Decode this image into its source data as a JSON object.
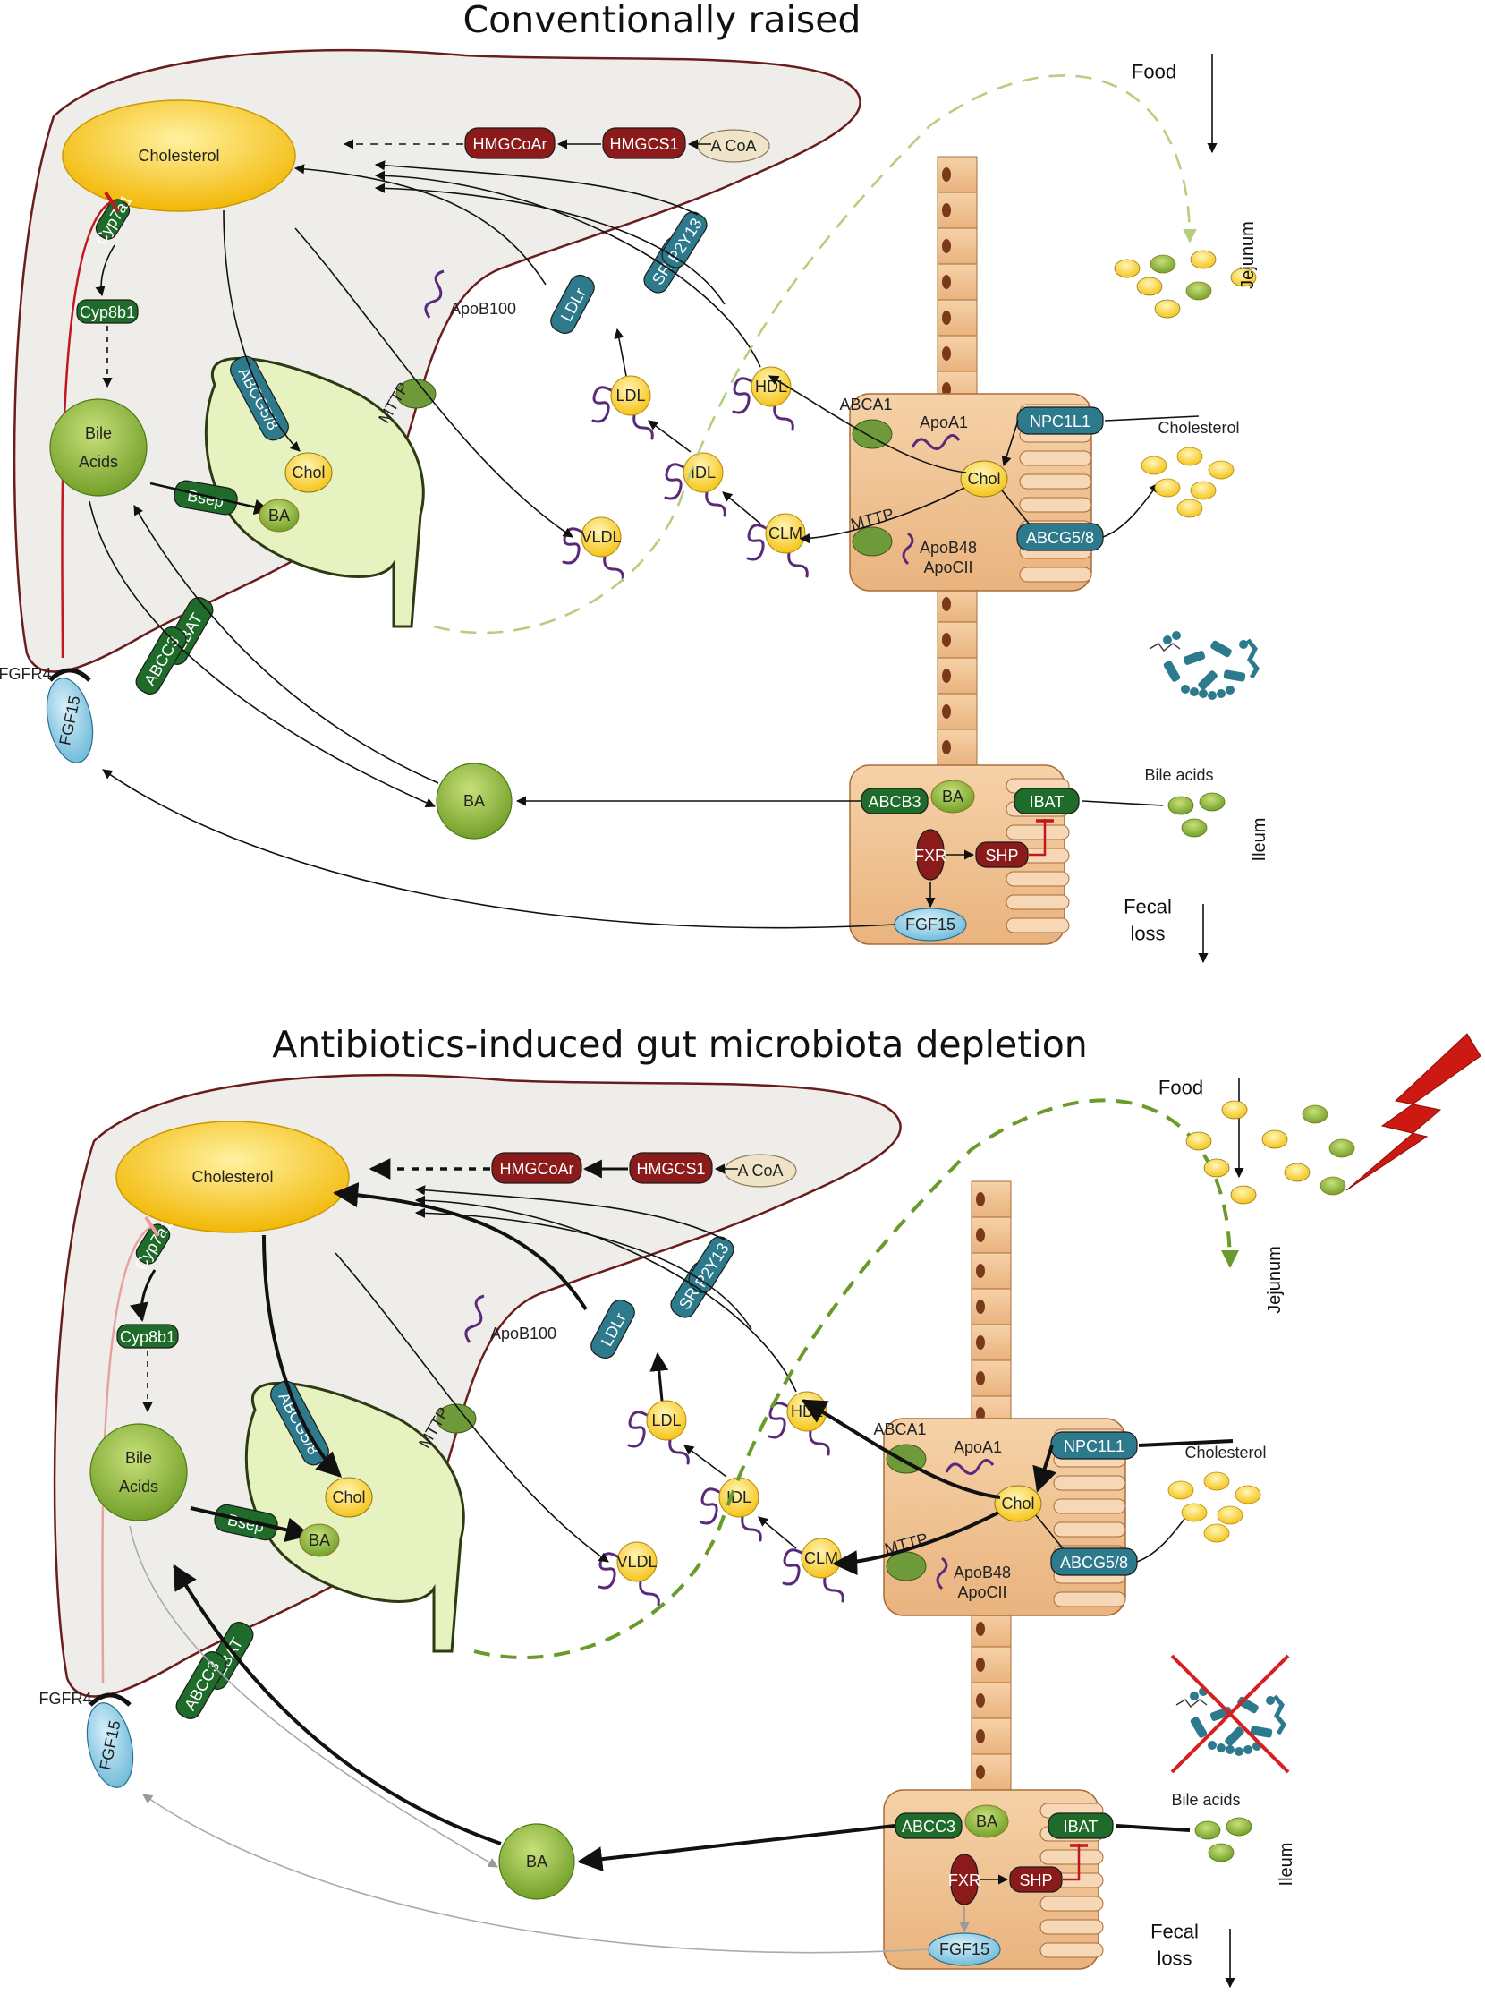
{
  "panels": [
    {
      "key": "conv",
      "title": "Conventionally raised",
      "food": "Food",
      "jejunum": "Jejunum",
      "ileum": "Ileum",
      "fecal": [
        "Fecal",
        "loss"
      ],
      "cholesterol_big": "Cholesterol",
      "cholesterol_gut": "Cholesterol",
      "bile_acids_label": "Bile acids",
      "bile_acids_liver": [
        "Bile",
        "Acids"
      ],
      "ba_big": "BA",
      "ba_bladder": "BA",
      "ba_cell": "BA",
      "chol_bladder": "Chol",
      "chol_cell": "Chol",
      "hmgcoar": "HMGCoAr",
      "hmgcs1": "HMGCS1",
      "acoa": "A CoA",
      "cyp7a1": "Cyp7a1",
      "cyp8b1": "Cyp8b1",
      "abcg58_liver": "ABCG5/8",
      "bsep": "Bsep",
      "lbat": "LBAT",
      "abcc3": "ABCC3",
      "fgf15_liver": "FGF15",
      "fgfr4": "FGFR4",
      "apob100": "ApoB100",
      "mttp_liver": "MTTP",
      "ldlr": "LDLr",
      "srb1": "SRB1",
      "p2y13": "P2Y13",
      "ldl": "LDL",
      "idl": "IDL",
      "vldl": "VLDL",
      "hdl": "HDL",
      "clm": "CLM",
      "abca1": "ABCA1",
      "apoa1": "ApoA1",
      "npc1l1": "NPC1L1",
      "abcg58_gut": "ABCG5/8",
      "mttp_gut": "MTTP",
      "apob48": "ApoB48",
      "apocii": "ApoCII",
      "abc_ileum": "ABCB3",
      "ibat": "IBAT",
      "fxr": "FXR",
      "shp": "SHP",
      "fgf15_gut": "FGF15"
    },
    {
      "key": "abx",
      "title": "Antibiotics-induced gut microbiota depletion",
      "food": "Food",
      "jejunum": "Jejunum",
      "ileum": "Ileum",
      "fecal": [
        "Fecal",
        "loss"
      ],
      "cholesterol_big": "Cholesterol",
      "cholesterol_gut": "Cholesterol",
      "bile_acids_label": "Bile acids",
      "bile_acids_liver": [
        "Bile",
        "Acids"
      ],
      "ba_big": "BA",
      "ba_bladder": "BA",
      "ba_cell": "BA",
      "chol_bladder": "Chol",
      "chol_cell": "Chol",
      "hmgcoar": "HMGCoAr",
      "hmgcs1": "HMGCS1",
      "acoa": "A CoA",
      "cyp7a1": "Cyp7a1",
      "cyp8b1": "Cyp8b1",
      "abcg58_liver": "ABCG5/8",
      "bsep": "Bsep",
      "lbat": "LBAT",
      "abcc3": "ABCC3",
      "fgf15_liver": "FGF15",
      "fgfr4": "FGFR4",
      "apob100": "ApoB100",
      "mttp_liver": "MTTP",
      "ldlr": "LDLr",
      "srb1": "SRB1",
      "p2y13": "P2Y13",
      "ldl": "LDL",
      "idl": "IDL",
      "vldl": "VLDL",
      "hdl": "HDL",
      "clm": "CLM",
      "abca1": "ABCA1",
      "apoa1": "ApoA1",
      "npc1l1": "NPC1L1",
      "abcg58_gut": "ABCG5/8",
      "mttp_gut": "MTTP",
      "apob48": "ApoB48",
      "apocii": "ApoCII",
      "abc_ileum": "ABCC3",
      "ibat": "IBAT",
      "fxr": "FXR",
      "shp": "SHP",
      "fgf15_gut": "FGF15"
    }
  ],
  "colors": {
    "liver_fill": "#efedea",
    "liver_stroke": "#6b1d1d",
    "cholesterol": "#f5c40f",
    "lipoprotein": "#ffd84a",
    "bile_green": "#8dbb3a",
    "enzyme_green": "#1e6b2a",
    "enzyme_red": "#8b1a1a",
    "transporter_teal": "#2d7a8c",
    "fgf15_blue": "#8ecde6",
    "cell_fill": "#f2c89a",
    "apo_purple": "#5a2a7a",
    "gallbladder": "#e6f2c0",
    "inhibit_red": "#c0181e",
    "lightning": "#cc1a12",
    "cross_red": "#d62020"
  }
}
